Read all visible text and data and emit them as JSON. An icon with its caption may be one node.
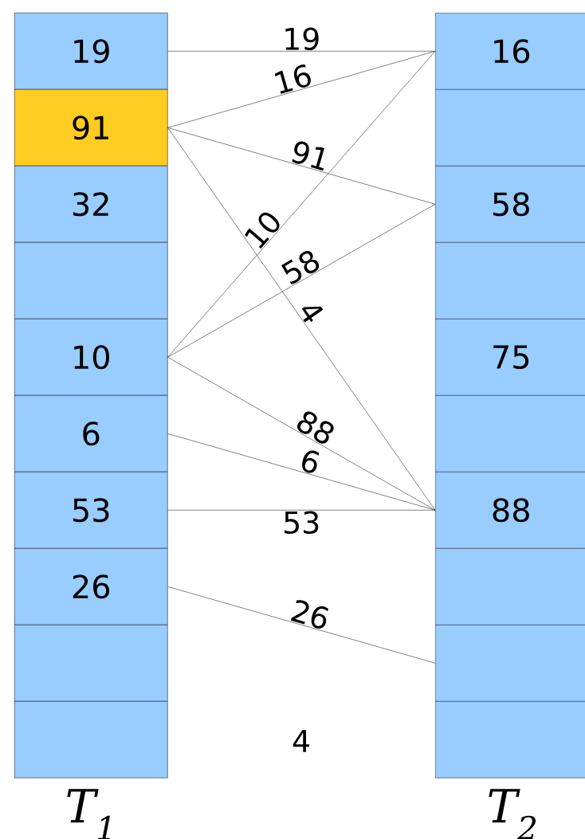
{
  "diagram": {
    "nodes": [
      {
        "text": [
          "19"
        ]
      },
      {
        "text": [
          "91"
        ]
      },
      {
        "text": [
          "32"
        ]
      },
      {
        "text": [],
        "shape": "box"
      },
      {
        "text": [
          "10"
        ]
      },
      {
        "text": [
          "6"
        ]
      },
      {
        "text": [
          "53"
        ]
      },
      {
        "text": [
          "26"
        ]
      },
      {
        "text": [],
        "shape": "box"
      },
      {
        "text": [],
        "shape": "box"
      },
      {
        "text": [
          "16"
        ]
      },
      {
        "text": [],
        "shape": "box"
      },
      {
        "text": [
          "58"
        ]
      },
      {
        "text": [],
        "shape": "box"
      },
      {
        "text": [
          "75"
        ]
      },
      {
        "text": [],
        "shape": "box"
      },
      {
        "text": [
          "88"
        ]
      },
      {
        "text": [],
        "shape": "box"
      },
      {
        "text": [],
        "shape": "box"
      },
      {
        "text": [],
        "shape": "box"
      }
    ],
    "edges": [
      {
        "from": 0,
        "to": 10,
        "arrow": "none",
        "label": "19"
      },
      {
        "from": 1,
        "to": 10,
        "arrow": "none",
        "label": "16"
      },
      {
        "from": 1,
        "to": 12,
        "arrow": "none",
        "label": "91"
      },
      {
        "from": 4,
        "to": 10,
        "arrow": "none",
        "label": "10"
      },
      {
        "from": 4,
        "to": 12,
        "arrow": "none",
        "label": "58"
      },
      {
        "from": 1,
        "to": 16,
        "arrow": "none",
        "label": "4"
      },
      {
        "from": 4,
        "to": 16,
        "arrow": "none",
        "label": "88"
      },
      {
        "from": 5,
        "to": 16,
        "arrow": "none",
        "label": "6"
      },
      {
        "from": 6,
        "to": 16,
        "arrow": "none",
        "label": "53"
      },
      {
        "from": 7,
        "to": 18,
        "arrow": "none",
        "label": "26"
      }
    ],
    "labels": [
      "4",
      "T$_{1}$",
      "T$_{2}$"
    ]
  }
}
